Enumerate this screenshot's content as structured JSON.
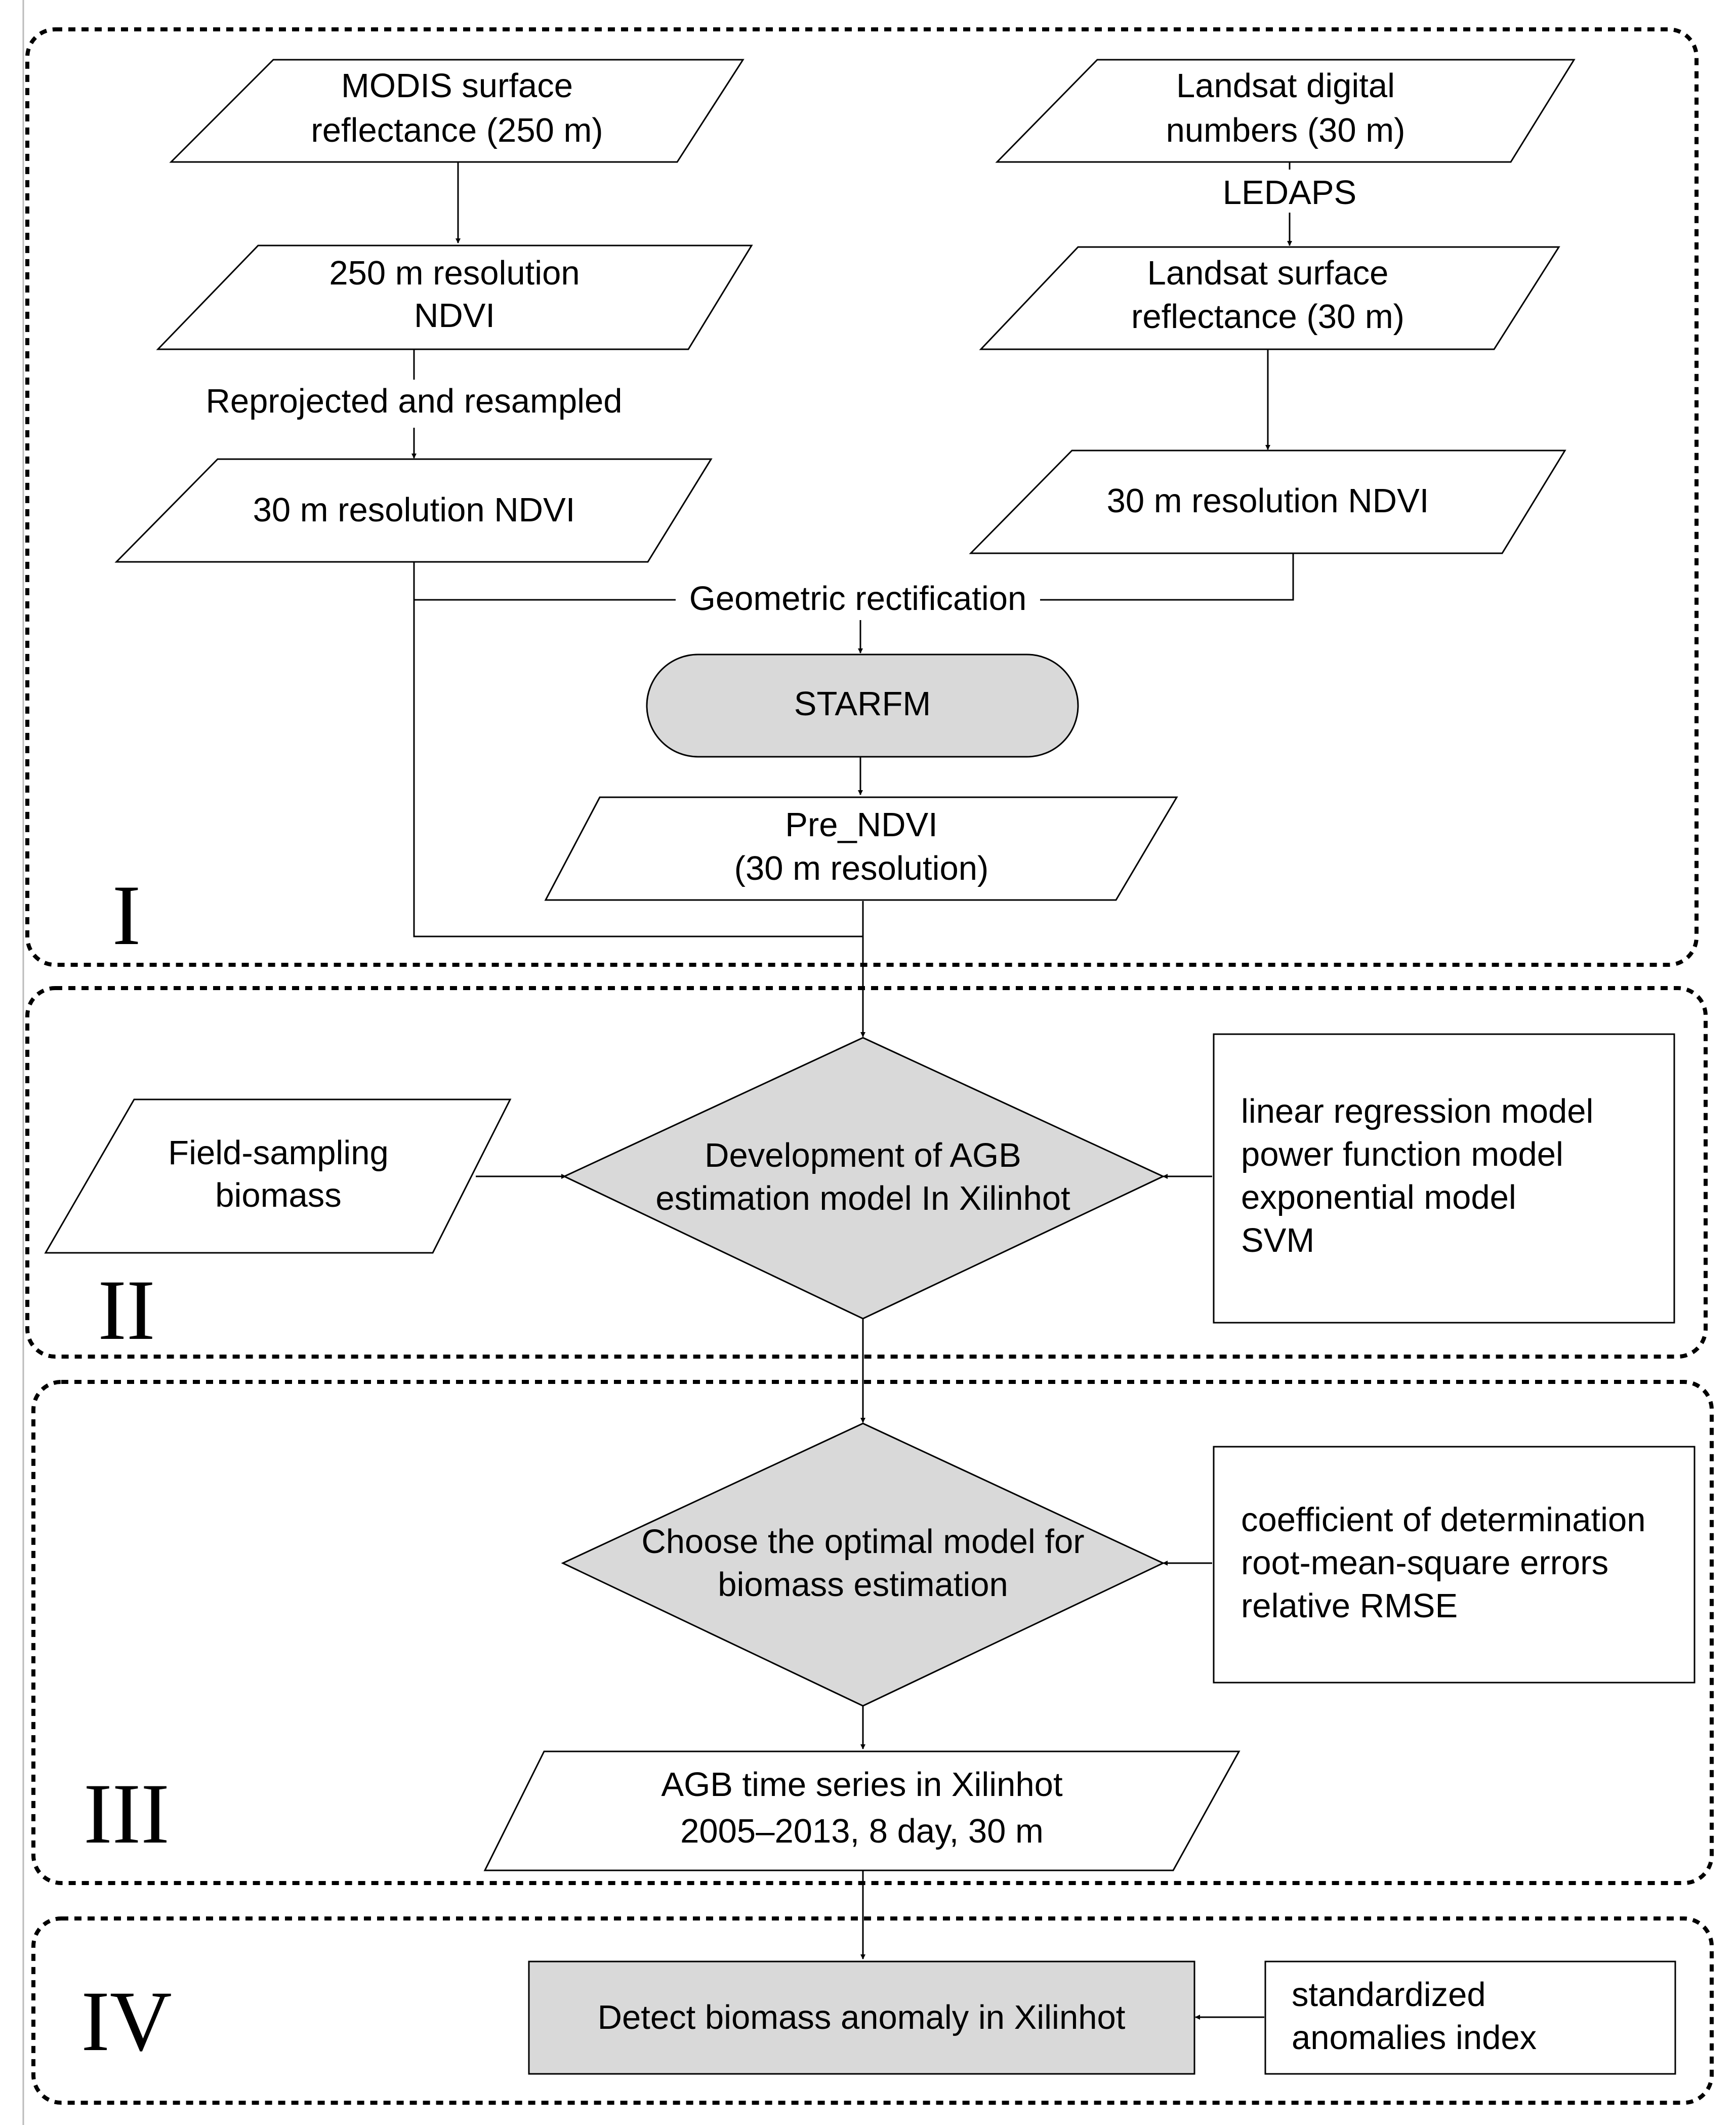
{
  "panels": [
    {
      "id": "I",
      "label": "I"
    },
    {
      "id": "II",
      "label": "II"
    },
    {
      "id": "III",
      "label": "III"
    },
    {
      "id": "IV",
      "label": "IV"
    }
  ],
  "nodes": {
    "modis_sr": {
      "lines": [
        "MODIS surface",
        "reflectance (250 m)"
      ]
    },
    "landsat_dn": {
      "lines": [
        "Landsat digital",
        "numbers (30 m)"
      ]
    },
    "ndvi_250": {
      "lines": [
        "250 m resolution",
        "NDVI"
      ]
    },
    "landsat_sr": {
      "lines": [
        "Landsat surface",
        "reflectance (30 m)"
      ]
    },
    "ndvi_30_modis": {
      "lines": [
        "30 m resolution NDVI"
      ]
    },
    "ndvi_30_landsat": {
      "lines": [
        "30 m resolution NDVI"
      ]
    },
    "starfm": {
      "lines": [
        "STARFM"
      ]
    },
    "pre_ndvi": {
      "lines": [
        "Pre_NDVI",
        "(30 m resolution)"
      ]
    },
    "field_sampling": {
      "lines": [
        "Field-sampling",
        "biomass"
      ]
    },
    "agb_model": {
      "lines": [
        "Development of AGB",
        "estimation model In Xilinhot"
      ]
    },
    "model_types": {
      "lines": [
        "linear regression model",
        "power function model",
        "exponential model",
        "SVM"
      ]
    },
    "optimal_model": {
      "lines": [
        "Choose the optimal model for",
        "biomass estimation"
      ]
    },
    "metrics": {
      "lines": [
        "coefficient of determination",
        "root-mean-square errors",
        "relative RMSE"
      ]
    },
    "agb_series": {
      "lines": [
        "AGB time series in Xilinhot",
        "2005–2013, 8 day, 30 m"
      ]
    },
    "anomaly": {
      "lines": [
        "Detect biomass anomaly in Xilinhot"
      ]
    },
    "sai": {
      "lines": [
        "standardized",
        "anomalies index"
      ]
    }
  },
  "edge_labels": {
    "ledaps": "LEDAPS",
    "reprojected": "Reprojected and resampled",
    "geometric": "Geometric rectification"
  },
  "colors": {
    "process_fill": "#d9d9d9",
    "stroke": "#000000"
  }
}
